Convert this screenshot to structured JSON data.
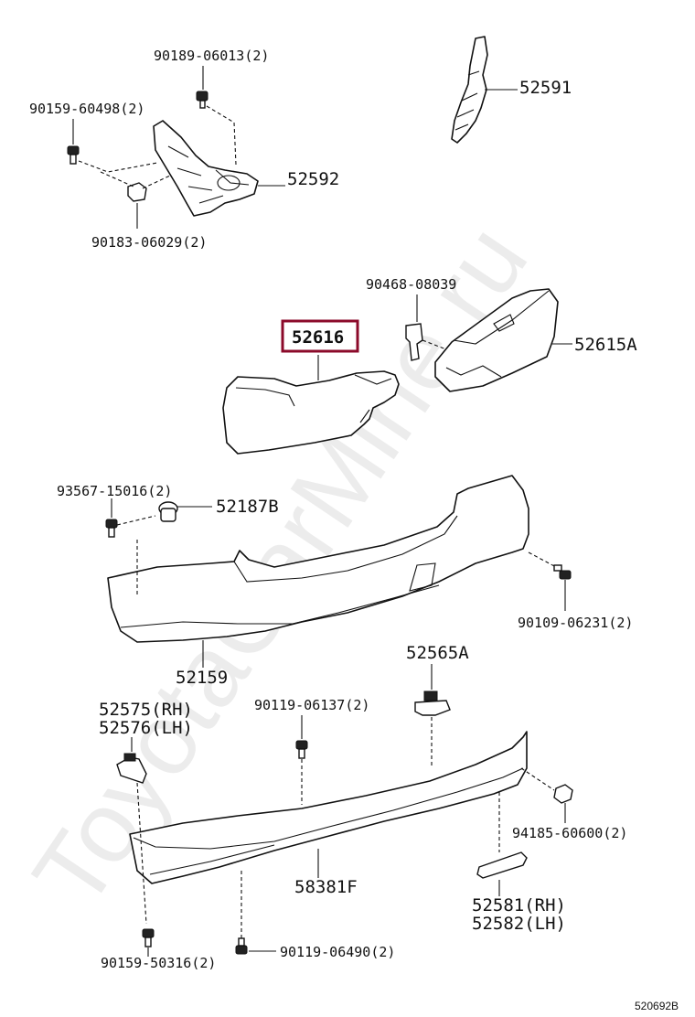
{
  "watermark": "ToyotaCarMine.ru",
  "diagram_code": "520692B",
  "labels": {
    "p90189": "90189-06013(2)",
    "p90159a": "90159-60498(2)",
    "p52591": "52591",
    "p52592": "52592",
    "p90183": "90183-06029(2)",
    "p90468": "90468-08039",
    "p52616": "52616",
    "p52615a": "52615A",
    "p93567": "93567-15016(2)",
    "p52187b": "52187B",
    "p90109": "90109-06231(2)",
    "p52159": "52159",
    "p52565a": "52565A",
    "p52575": "52575(RH)",
    "p52576": "52576(LH)",
    "p90119a": "90119-06137(2)",
    "p94185": "94185-60600(2)",
    "p58381f": "58381F",
    "p52581": "52581(RH)",
    "p52582": "52582(LH)",
    "p90159b": "90159-50316(2)",
    "p90119b": "90119-06490(2)"
  },
  "highlight_color": "#8b0a2a"
}
